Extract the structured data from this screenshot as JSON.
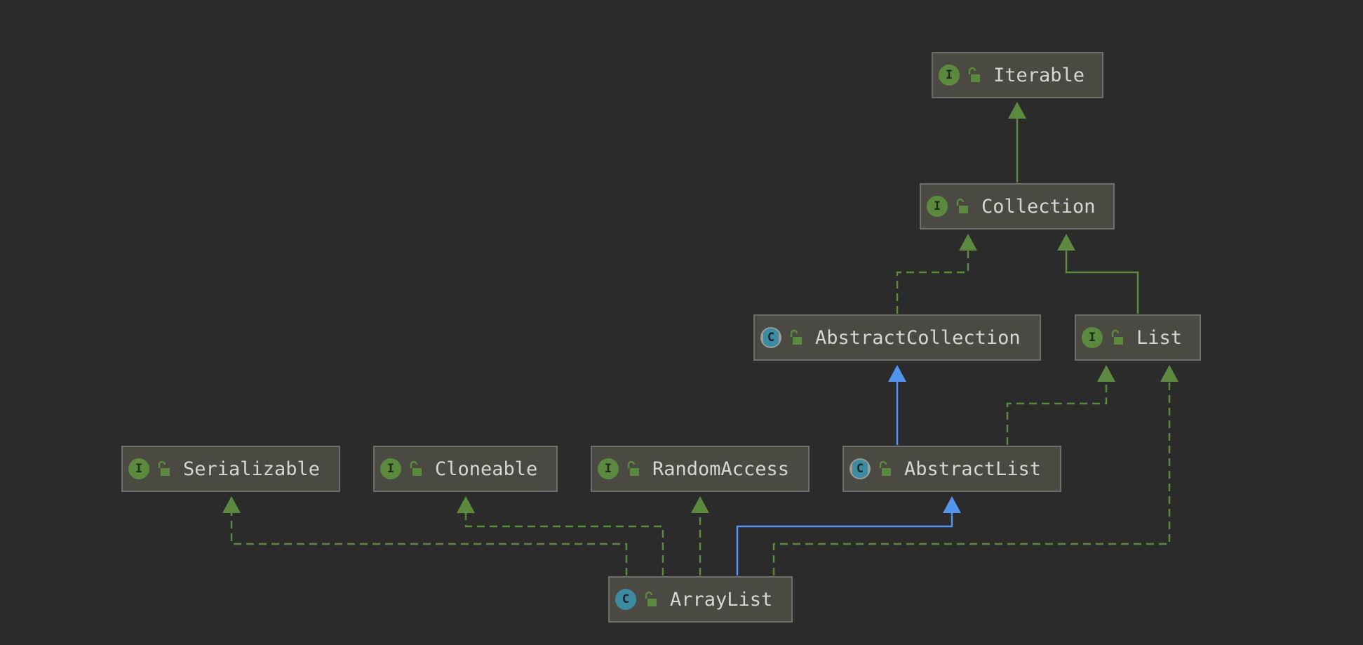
{
  "diagram": {
    "colors": {
      "background": "#2b2b2b",
      "node_fill": "#4a4942",
      "node_border": "#6e6e6a",
      "label": "#d6d6d6",
      "implements_edge": "#5b8a3e",
      "extends_edge": "#5b8a3e",
      "class_extends_edge": "#5394ec",
      "interface_badge": "#5b8a3e",
      "class_badge": "#3d8ba0"
    },
    "nodes": [
      {
        "id": "iterable",
        "label": "Iterable",
        "kind": "interface",
        "badge": "I"
      },
      {
        "id": "collection",
        "label": "Collection",
        "kind": "interface",
        "badge": "I"
      },
      {
        "id": "abstract-collection",
        "label": "AbstractCollection",
        "kind": "abstract-class",
        "badge": "C"
      },
      {
        "id": "list",
        "label": "List",
        "kind": "interface",
        "badge": "I"
      },
      {
        "id": "serializable",
        "label": "Serializable",
        "kind": "interface",
        "badge": "I"
      },
      {
        "id": "cloneable",
        "label": "Cloneable",
        "kind": "interface",
        "badge": "I"
      },
      {
        "id": "random-access",
        "label": "RandomAccess",
        "kind": "interface",
        "badge": "I"
      },
      {
        "id": "abstract-list",
        "label": "AbstractList",
        "kind": "abstract-class",
        "badge": "C"
      },
      {
        "id": "array-list",
        "label": "ArrayList",
        "kind": "class",
        "badge": "C"
      }
    ],
    "edges": [
      {
        "from": "collection",
        "to": "iterable",
        "type": "extends"
      },
      {
        "from": "abstract-collection",
        "to": "collection",
        "type": "implements"
      },
      {
        "from": "list",
        "to": "collection",
        "type": "extends"
      },
      {
        "from": "abstract-list",
        "to": "abstract-collection",
        "type": "class-extends"
      },
      {
        "from": "abstract-list",
        "to": "list",
        "type": "implements"
      },
      {
        "from": "array-list",
        "to": "serializable",
        "type": "implements"
      },
      {
        "from": "array-list",
        "to": "cloneable",
        "type": "implements"
      },
      {
        "from": "array-list",
        "to": "random-access",
        "type": "implements"
      },
      {
        "from": "array-list",
        "to": "abstract-list",
        "type": "class-extends"
      },
      {
        "from": "array-list",
        "to": "list",
        "type": "implements"
      }
    ]
  }
}
